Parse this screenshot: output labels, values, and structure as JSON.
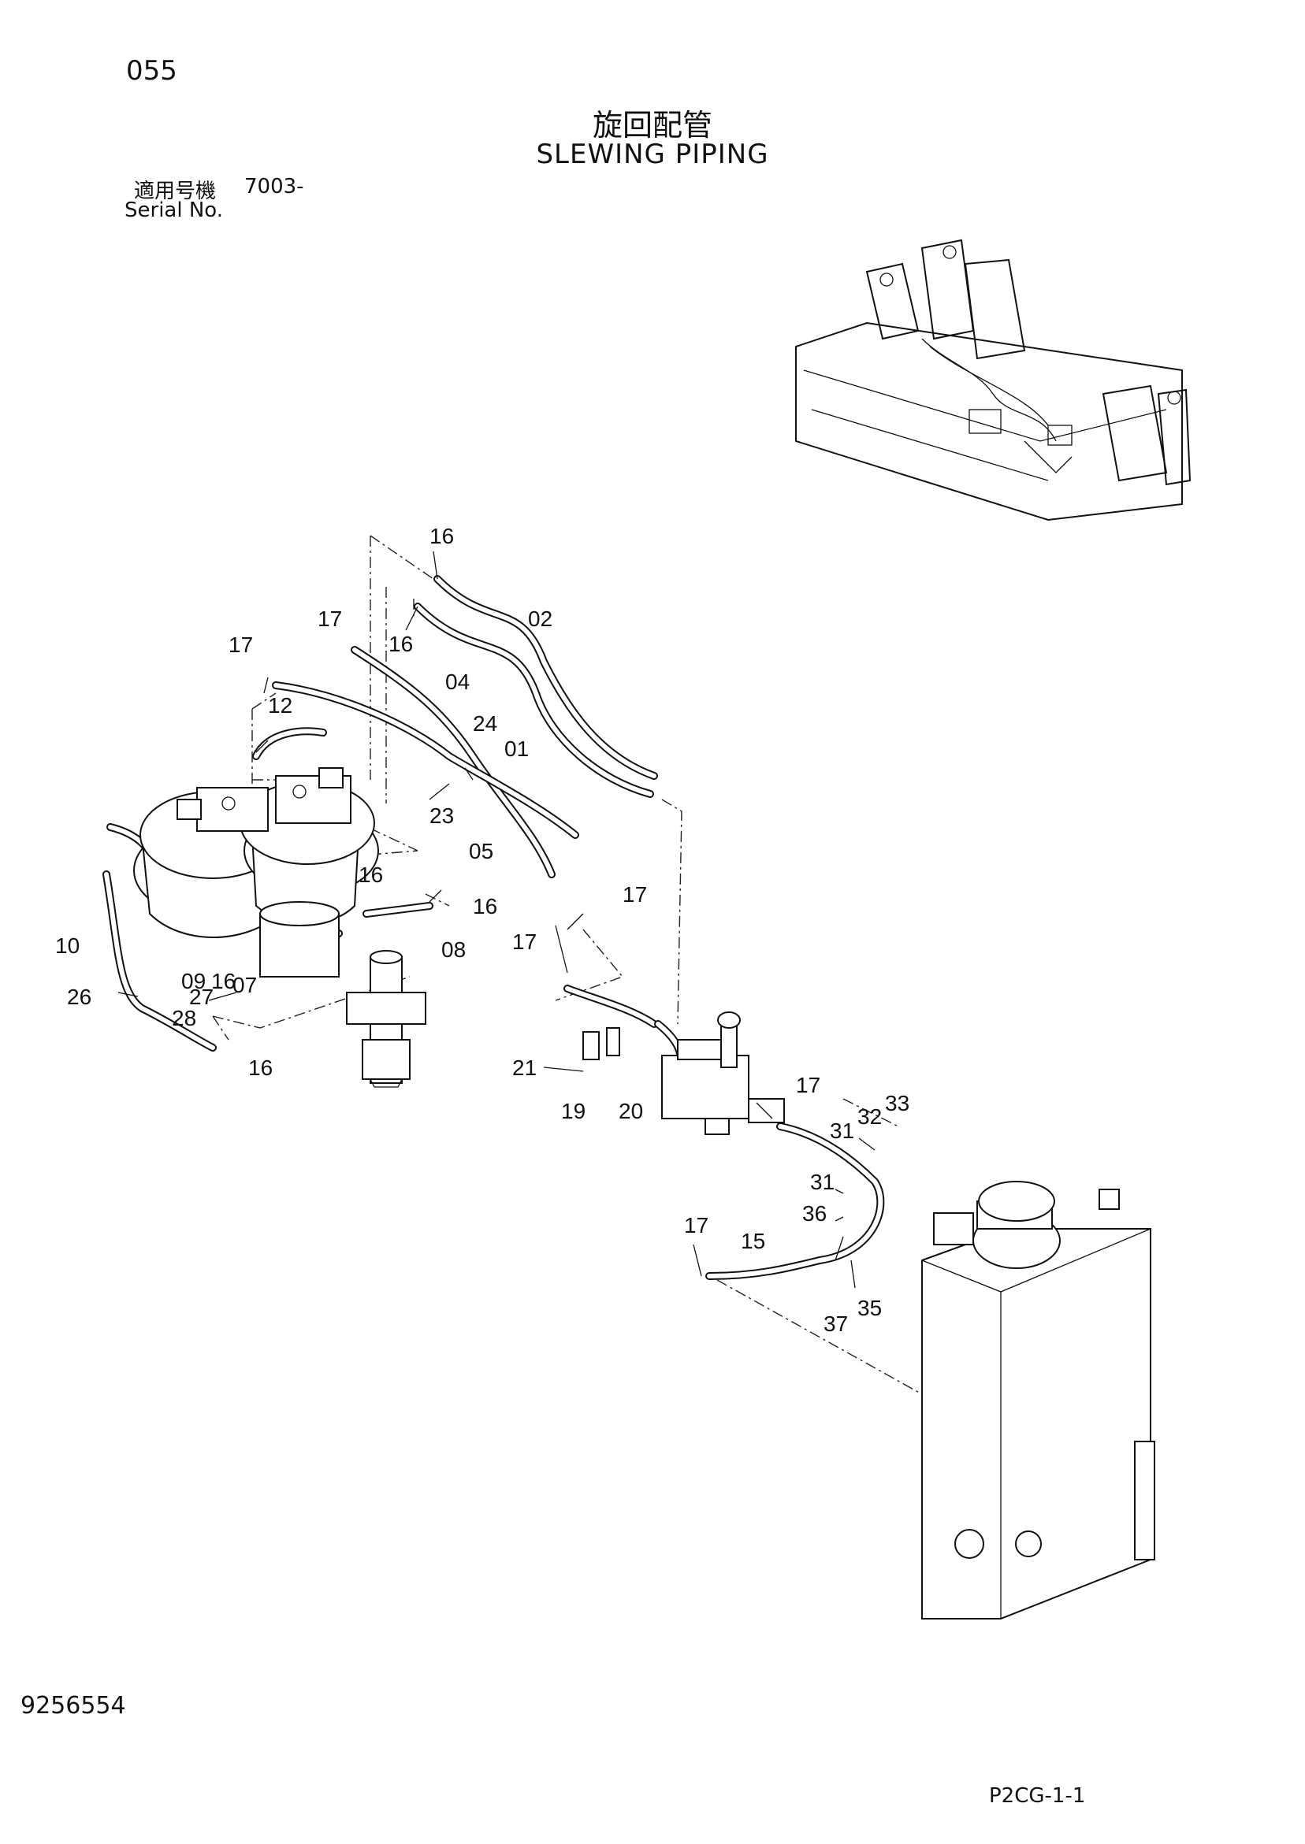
{
  "header": {
    "page_number": "055",
    "title_jp": "旋回配管",
    "title_en": "SLEWING PIPING",
    "serial_label_jp": "適用号機",
    "serial_value": "7003-",
    "serial_label_en": "Serial No."
  },
  "footer": {
    "doc_number": "9256554",
    "sheet_code": "P2CG-1-1"
  },
  "callouts": [
    "16",
    "02",
    "17",
    "16",
    "17",
    "04",
    "12",
    "24",
    "01",
    "23",
    "05",
    "16",
    "16",
    "17",
    "17",
    "10",
    "09",
    "16",
    "08",
    "07",
    "26",
    "27",
    "28",
    "16",
    "21",
    "19",
    "20",
    "17",
    "33",
    "32",
    "31",
    "31",
    "36",
    "17",
    "15",
    "35",
    "37"
  ]
}
